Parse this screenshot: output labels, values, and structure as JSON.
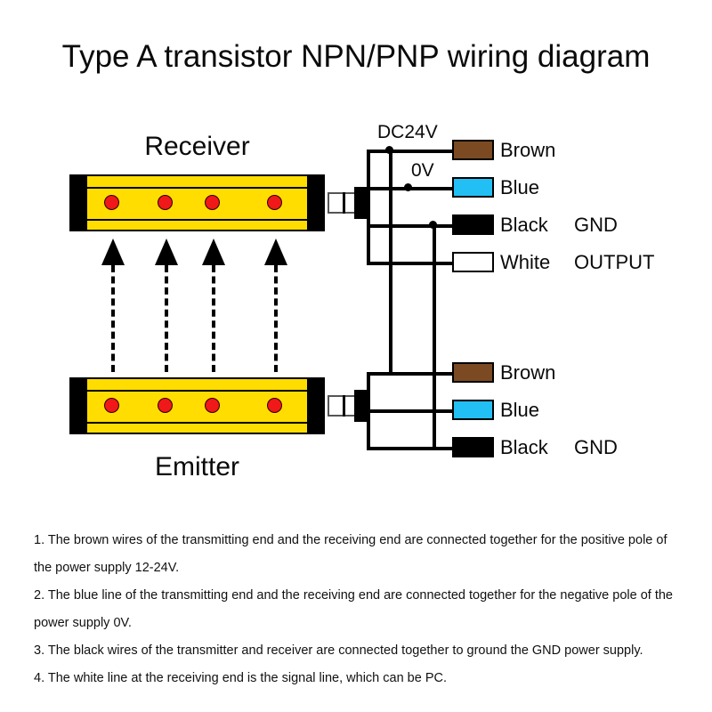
{
  "title": "Type A transistor NPN/PNP wiring diagram",
  "devices": {
    "receiver_label": "Receiver",
    "emitter_label": "Emitter"
  },
  "rail_tags": {
    "dc24v": "DC24V",
    "zero_v": "0V"
  },
  "receiver_wires": [
    {
      "color_name": "Brown",
      "function": "",
      "swatch": "#7B4A22"
    },
    {
      "color_name": "Blue",
      "function": "",
      "swatch": "#22BFF5"
    },
    {
      "color_name": "Black",
      "function": "GND",
      "swatch": "#000000"
    },
    {
      "color_name": "White",
      "function": "OUTPUT",
      "swatch": "#FFFFFF"
    }
  ],
  "emitter_wires": [
    {
      "color_name": "Brown",
      "function": "",
      "swatch": "#7B4A22"
    },
    {
      "color_name": "Blue",
      "function": "",
      "swatch": "#22BFF5"
    },
    {
      "color_name": "Black",
      "function": "GND",
      "swatch": "#000000"
    }
  ],
  "notes": [
    "1. The brown wires of the transmitting end and the receiving end are connected together for the positive pole of the power supply 12-24V.",
    "2. The blue line of the transmitting end and the receiving end are connected together for the negative pole of the power supply 0V.",
    "3. The black wires of the transmitter and receiver are connected together to ground the GND power supply.",
    "4. The white line at the receiving end is the signal line, which can be PC."
  ],
  "colors": {
    "curtain_body": "#FFDD00",
    "curtain_cap": "#000000",
    "sensor_dot": "#F01818",
    "wire": "#000000",
    "background": "#FFFFFF"
  }
}
